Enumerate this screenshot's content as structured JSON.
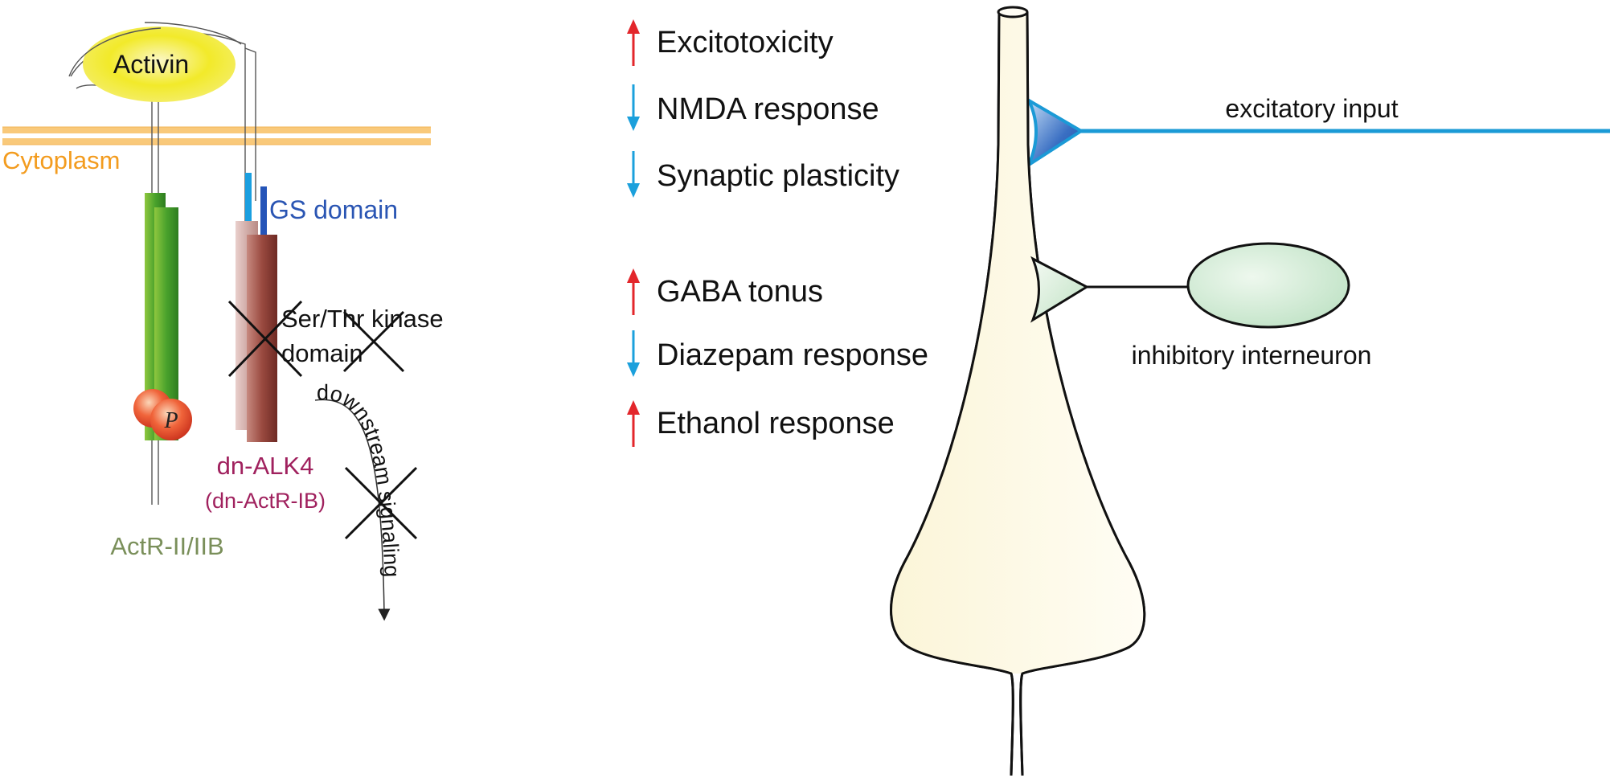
{
  "left_panel": {
    "ligand_label": "Activin",
    "cytoplasm_label": "Cytoplasm",
    "gs_domain_label": "GS domain",
    "kinase_domain_label_line1": "Ser/Thr kinase",
    "kinase_domain_label_line2": "domain",
    "phospho_label": "P",
    "downstream_label": "downstream signaling",
    "receptor_type2_label": "ActR-II/IIB",
    "dn_receptor_label": "dn-ALK4",
    "dn_receptor_alias": "(dn-ActR-IB)"
  },
  "effects": [
    {
      "direction": "up",
      "label": "Excitotoxicity"
    },
    {
      "direction": "down",
      "label": "NMDA response"
    },
    {
      "direction": "down",
      "label": "Synaptic plasticity"
    },
    {
      "direction": "up",
      "label": "GABA tonus"
    },
    {
      "direction": "down",
      "label": "Diazepam response"
    },
    {
      "direction": "up",
      "label": "Ethanol response"
    }
  ],
  "neuron": {
    "excitatory_label": "excitatory input",
    "inhibitory_label": "inhibitory interneuron"
  },
  "colors": {
    "up_arrow": "#e3262b",
    "down_arrow": "#1ba0dc",
    "cytoplasm": "#f39c1f",
    "gs_domain": "#2a55b3",
    "dn_label": "#a0215e",
    "actr_label": "#7a8f5a",
    "excitatory_line": "#1b9ad6",
    "neuron_fill": "#fcf8e3",
    "interneuron_fill": "#d6efd9"
  }
}
